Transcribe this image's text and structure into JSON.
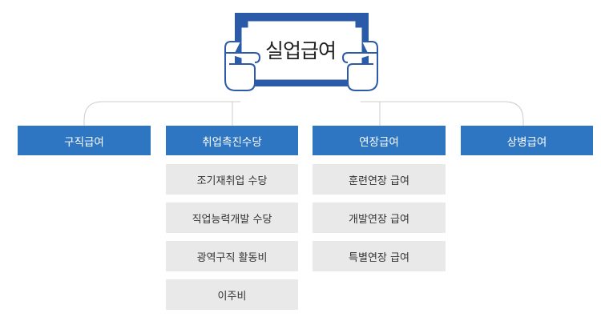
{
  "title": "실업급여",
  "categories": [
    {
      "label": "구직급여",
      "items": []
    },
    {
      "label": "취업촉진수당",
      "items": [
        "조기재취업 수당",
        "직업능력개발 수당",
        "광역구직 활동비",
        "이주비"
      ]
    },
    {
      "label": "연장급여",
      "items": [
        "훈련연장 급여",
        "개발연장 급여",
        "특별연장 급여"
      ]
    },
    {
      "label": "상병급여",
      "items": []
    }
  ],
  "colors": {
    "accent": "#2f76c2",
    "sign_border": "#2a5aa8",
    "item_bg": "#e9e9e9",
    "connector": "#cccccc"
  }
}
